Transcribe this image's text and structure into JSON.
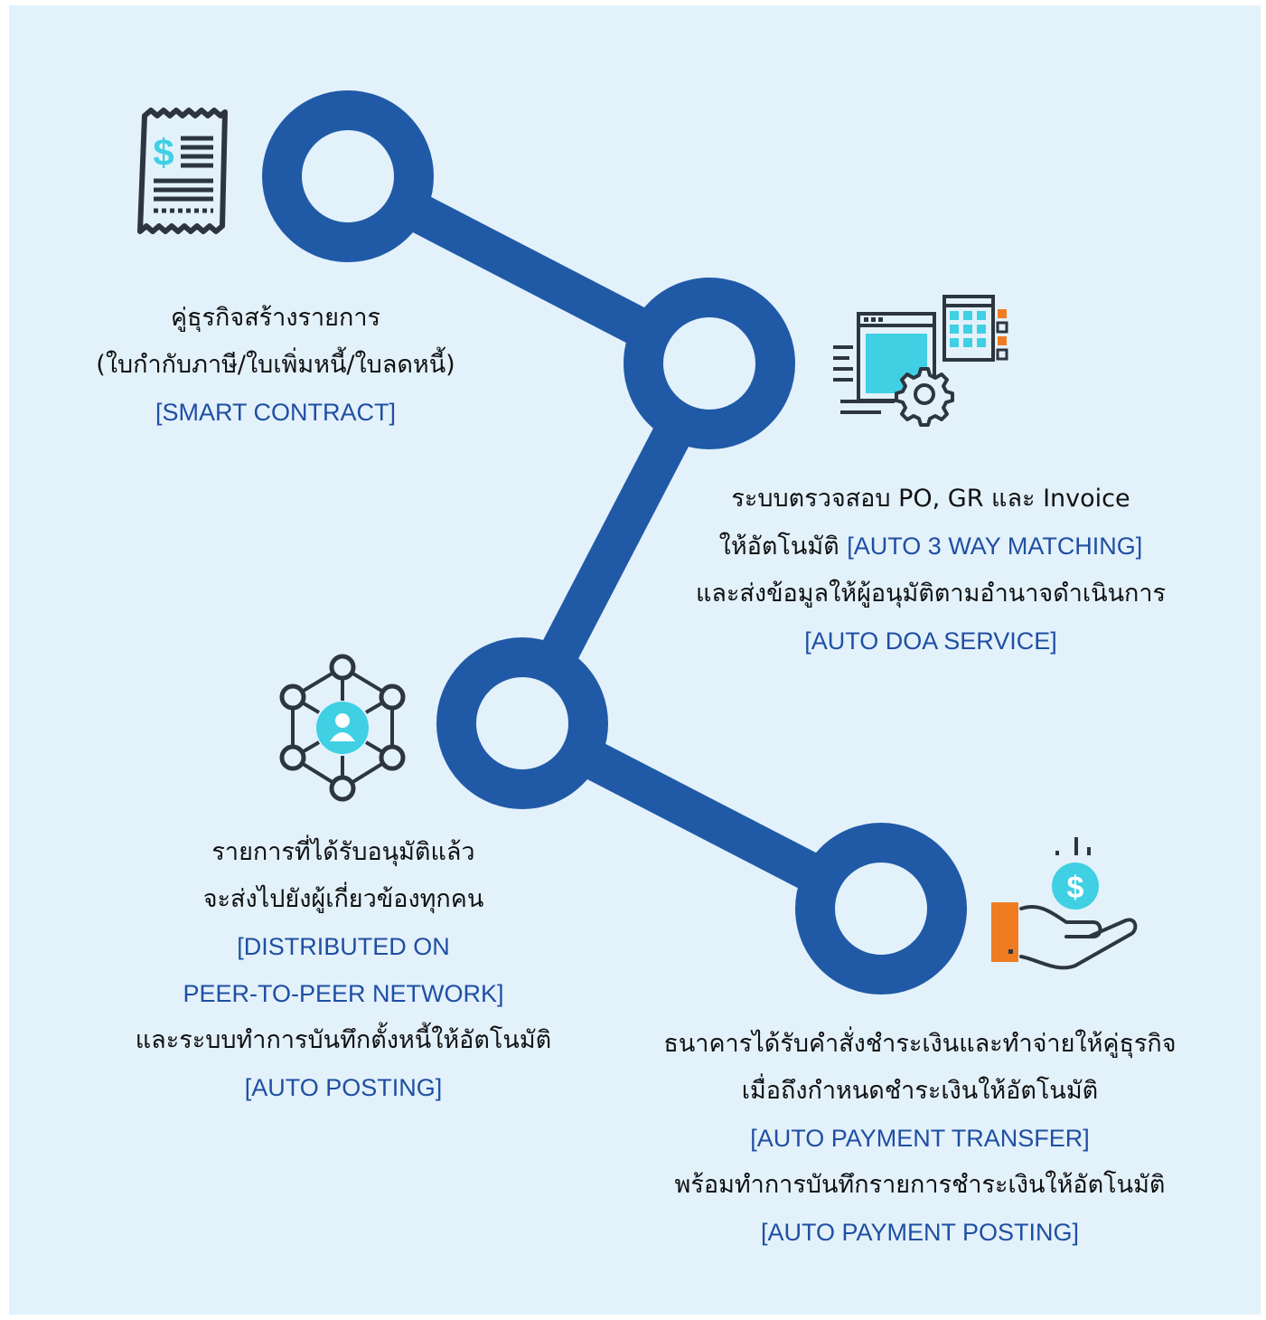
{
  "colors": {
    "background": "#e3f1fb",
    "path": "#205aa7",
    "highlight": "#1f4fa3",
    "icon_dark": "#2d3640",
    "icon_cyan": "#3fd0e4",
    "icon_orange": "#f07c22"
  },
  "steps": [
    {
      "icon": "receipt-dollar-icon",
      "lines": [
        "คู่ธุรกิจสร้างรายการ",
        "(ใบกำกับภาษี/ใบเพิ่มหนี้/ใบลดหนี้)"
      ],
      "highlight": "[SMART CONTRACT]"
    },
    {
      "icon": "software-settings-icon",
      "line1": "ระบบตรวจสอบ PO, GR และ Invoice",
      "line2_prefix": "ให้อัตโนมัติ ",
      "line2_highlight": "[AUTO 3 WAY MATCHING]",
      "line3": "และส่งข้อมูลให้ผู้อนุมัติตามอำนาจดำเนินการ",
      "highlight": "[AUTO DOA SERVICE]"
    },
    {
      "icon": "user-network-icon",
      "lines": [
        "รายการที่ได้รับอนุมัติแล้ว",
        "จะส่งไปยังผู้เกี่ยวข้องทุกคน"
      ],
      "highlight_lines": [
        "[DISTRIBUTED ON",
        "PEER-TO-PEER NETWORK]"
      ],
      "line_after": "และระบบทำการบันทึกตั้งหนี้ให้อัตโนมัติ",
      "highlight": "[AUTO POSTING]"
    },
    {
      "icon": "hand-coin-icon",
      "lines": [
        "ธนาคารได้รับคำสั่งชำระเงินและทำจ่ายให้คู่ธุรกิจ",
        "เมื่อถึงกำหนดชำระเงินให้อัตโนมัติ"
      ],
      "highlight": "[AUTO PAYMENT TRANSFER]",
      "line_after": "พร้อมทำการบันทึกรายการชำระเงินให้อัตโนมัติ",
      "highlight2": "[AUTO PAYMENT POSTING]"
    }
  ]
}
